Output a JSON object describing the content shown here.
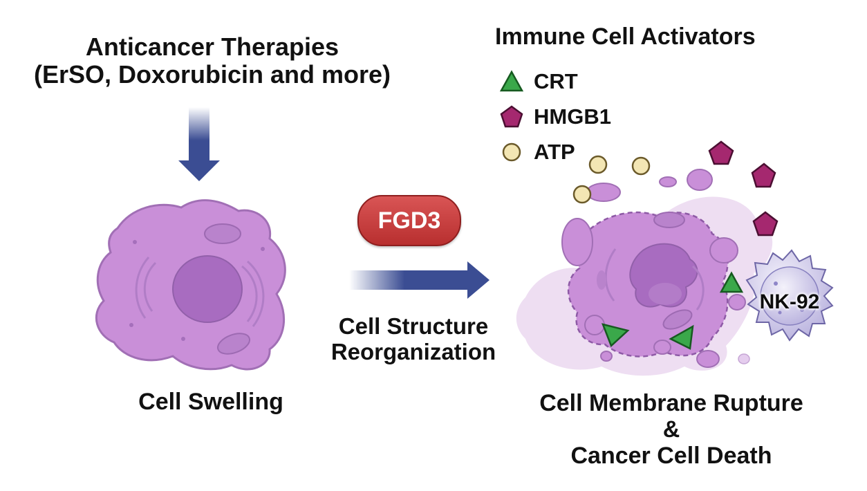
{
  "therapies": {
    "line1": "Anticancer Therapies",
    "line2": "(ErSO, Doxorubicin and more)"
  },
  "activators": {
    "title": "Immune Cell Activators",
    "items": [
      {
        "label": "CRT",
        "shape": "triangle",
        "color": "#3aa84a"
      },
      {
        "label": "HMGB1",
        "shape": "pentagon",
        "color": "#a5286f"
      },
      {
        "label": "ATP",
        "shape": "circle",
        "color": "#f3e6b4"
      }
    ]
  },
  "fgd3": {
    "label": "FGD3",
    "color": "#c93c3c"
  },
  "reorganization": {
    "line1": "Cell Structure",
    "line2": "Reorganization"
  },
  "swelling": {
    "label": "Cell Swelling"
  },
  "rupture": {
    "line1": "Cell Membrane Rupture",
    "line2": "&",
    "line3": "Cancer Cell Death"
  },
  "nk": {
    "label": "NK-92"
  },
  "colors": {
    "arrow": "#3b4d93",
    "cell": "#c98fd8",
    "nucleus": "#a86cc0",
    "nk_cell": "#d4d0ec"
  }
}
